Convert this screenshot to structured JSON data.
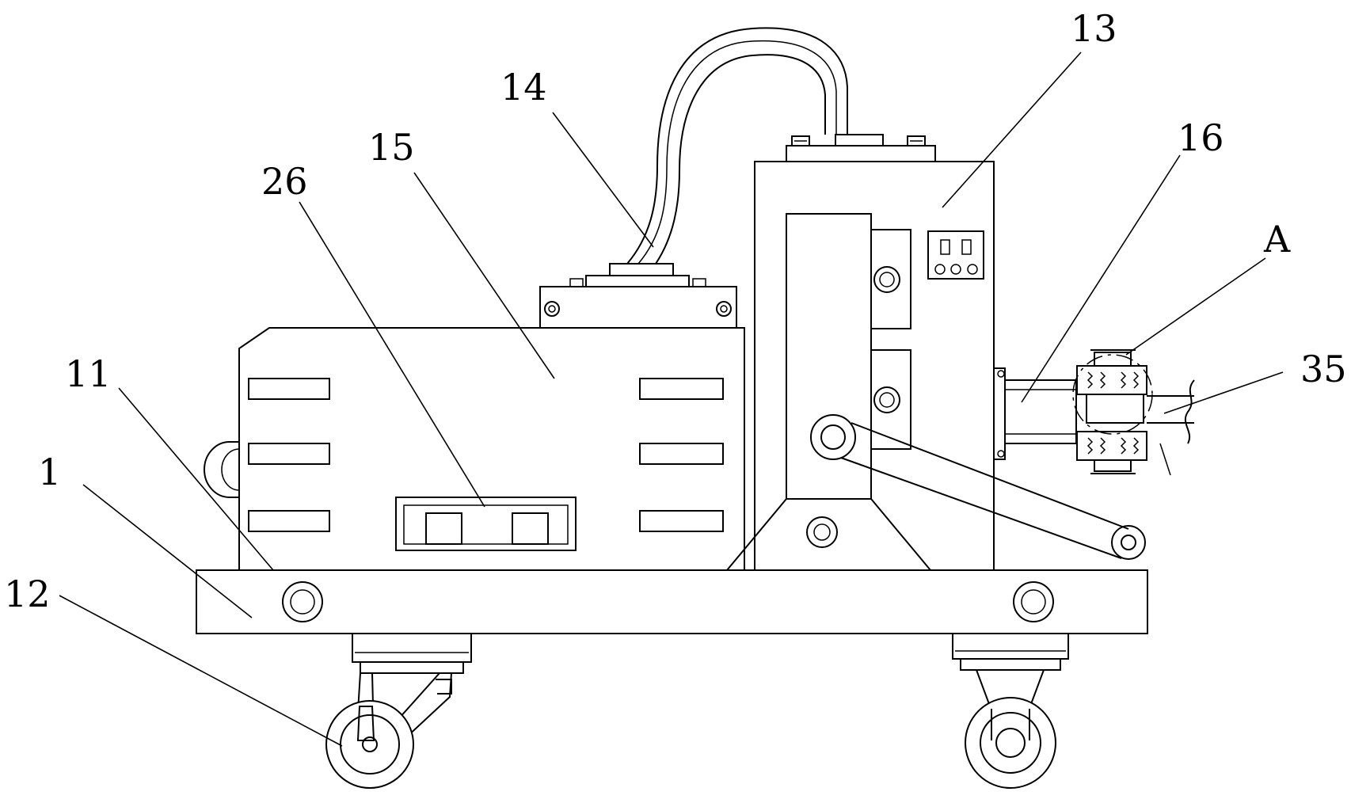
{
  "diagram": {
    "labels": {
      "l1": "1",
      "l11": "11",
      "l12": "12",
      "l13": "13",
      "l14": "14",
      "l15": "15",
      "l16": "16",
      "l26": "26",
      "l35": "35",
      "lA": "A"
    },
    "colors": {
      "line": "#000000",
      "background": "#ffffff"
    }
  }
}
